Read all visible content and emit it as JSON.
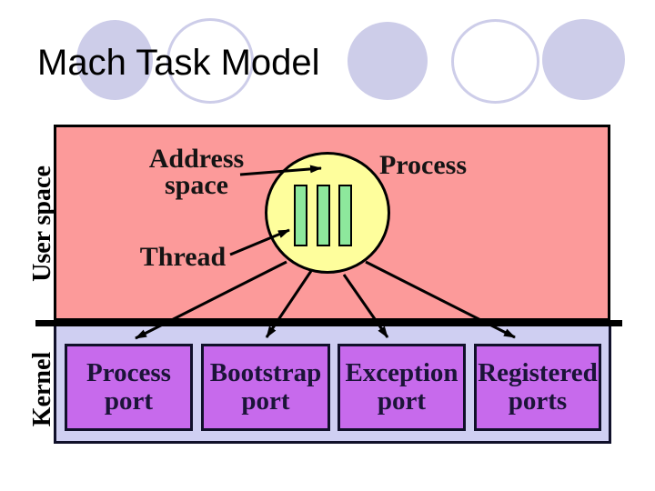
{
  "title": "Mach Task Model",
  "diagram": {
    "user_space_label": "User space",
    "kernel_label": "Kernel",
    "address_space": {
      "line1": "Address",
      "line2": "space"
    },
    "process_label": "Process",
    "thread_label": "Thread",
    "thread_count": 3,
    "ports": [
      {
        "line1": "Process",
        "line2": "port"
      },
      {
        "line1": "Bootstrap",
        "line2": "port"
      },
      {
        "line1": "Exception",
        "line2": "port"
      },
      {
        "line1": "Registered",
        "line2": "ports"
      }
    ],
    "connections": [
      {
        "from": "Address space label",
        "to": "process circle"
      },
      {
        "from": "Thread label",
        "to": "thread bars in process circle"
      },
      {
        "from": "process circle",
        "to": "Process port box"
      },
      {
        "from": "process circle",
        "to": "Bootstrap port box"
      },
      {
        "from": "process circle",
        "to": "Exception port box"
      },
      {
        "from": "process circle",
        "to": "Registered ports box"
      }
    ]
  },
  "colors": {
    "user_space_fill": "#fc9a9a",
    "kernel_fill": "#cfcff2",
    "port_box_fill": "#c76aec",
    "process_circle_fill": "#fefe9c",
    "thread_bar_fill": "#8de89c",
    "decorative_ellipse": "#cdcde9",
    "line": "#000000"
  }
}
